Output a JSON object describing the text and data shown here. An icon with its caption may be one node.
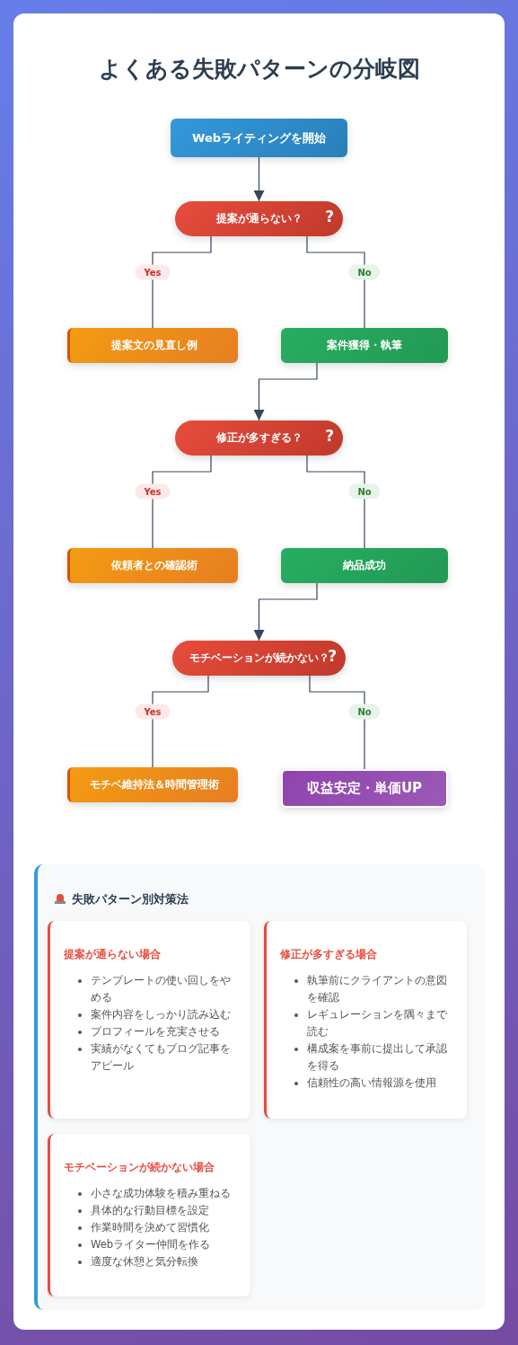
{
  "diagram": {
    "title": "よくある失敗パターンの分岐図",
    "nodes": [
      {
        "text": [
          "Webライティングを開始"
        ]
      },
      {
        "text": [
          "提案が通らない？",
          "?"
        ]
      },
      {
        "text": [
          "提案文の見直し例"
        ]
      },
      {
        "text": [
          "案件獲得・執筆"
        ]
      },
      {
        "text": [
          "修正が多すぎる？",
          "?"
        ]
      },
      {
        "text": [
          "依頼者との確認術"
        ]
      },
      {
        "text": [
          "納品成功"
        ]
      },
      {
        "text": [
          "モチベーションが続かない？",
          "?"
        ]
      },
      {
        "text": [
          "モチベ維持法＆時間管理術"
        ]
      },
      {
        "text": [
          "収益安定・単価UP"
        ]
      },
      {
        "text": [
          "失敗パターン別対策法"
        ]
      },
      {
        "text": [
          "提案が通らない場合",
          "テンプレートの使い回しをやめる",
          "案件内容をしっかり読み込む",
          "プロフィールを充実させる",
          "実績がなくてもブログ記事をアピール"
        ],
        "in": 10
      },
      {
        "text": [
          "修正が多すぎる場合",
          "執筆前にクライアントの意図を確認",
          "レギュレーションを隅々まで読む",
          "構成案を事前に提出して承認を得る",
          "信頼性の高い情報源を使用"
        ],
        "in": 10
      },
      {
        "text": [
          "モチベーションが続かない場合",
          "小さな成功体験を積み重ねる",
          "具体的な行動目標を設定",
          "作業時間を決めて習慣化",
          "Webライター仲間を作る",
          "適度な休憩と気分転換"
        ],
        "in": 10
      }
    ],
    "edges": [
      {
        "from": 0,
        "to": 1,
        "arrow": "to"
      },
      {
        "from": 1,
        "to": 2,
        "arrow": "none",
        "label": "Yes"
      },
      {
        "from": 1,
        "to": 3,
        "arrow": "none",
        "label": "No"
      },
      {
        "from": 3,
        "to": 4,
        "arrow": "to"
      },
      {
        "from": 4,
        "to": 5,
        "arrow": "none",
        "label": "Yes"
      },
      {
        "from": 4,
        "to": 6,
        "arrow": "none",
        "label": "No"
      },
      {
        "from": 6,
        "to": 7,
        "arrow": "to"
      },
      {
        "from": 7,
        "to": 8,
        "arrow": "none",
        "label": "Yes"
      },
      {
        "from": 7,
        "to": 9,
        "arrow": "none",
        "label": "No"
      }
    ]
  }
}
